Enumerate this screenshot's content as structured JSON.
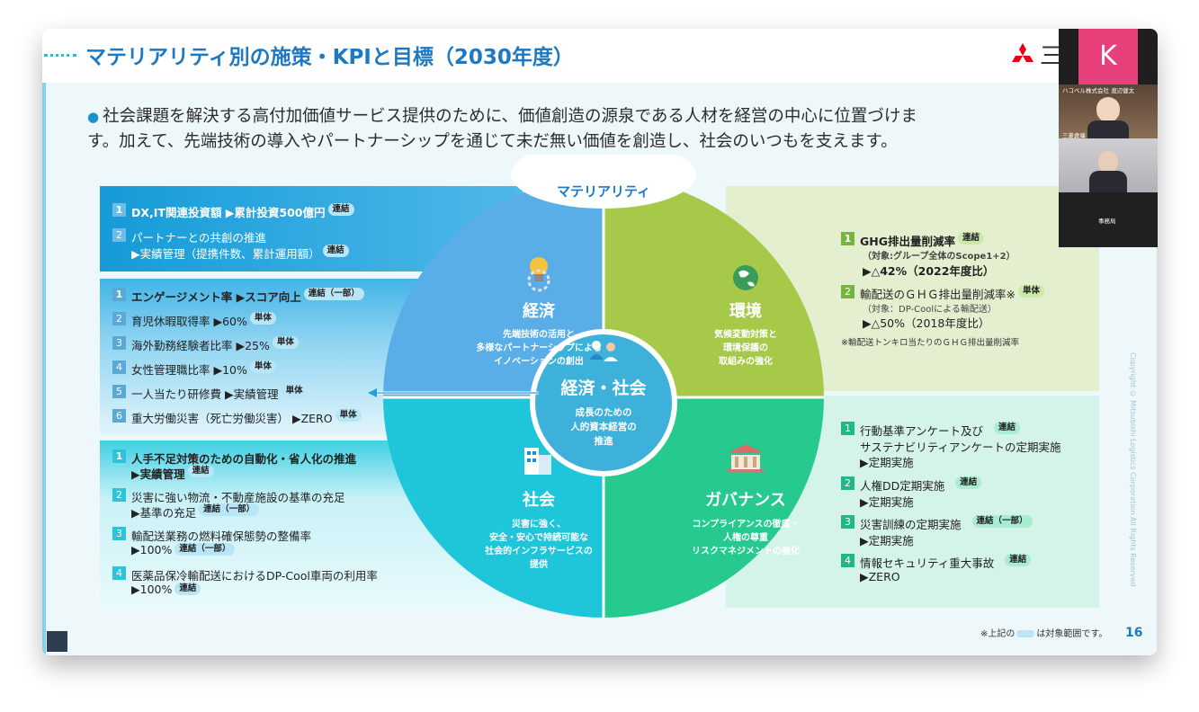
{
  "slide": {
    "title": "マテリアリティ別の施策・KPIと目標（2030年度）",
    "lead": "社会課題を解決する高付加価値サービス提供のために、価値創造の源泉である人材を経営の中心に位置づけま す。加えて、先端技術の導入やパートナーシップを通じて未だ無い価値を創造し、社会のいつもを支えます。",
    "lead_line1": "社会課題を解決する高付加価値サービス提供のために、価値創造の源泉である人材を経営の中心に位置づけま",
    "lead_line2": "す。加えて、先端技術の導入やパートナーシップを通じて未だ無い価値を創造し、社会のいつもを支えます。",
    "page_number": "16",
    "footnote_before": "※上記の",
    "footnote_after": "は対象範囲です。",
    "copyright": "Copyright © Mitsubishi Logistics Corporation All Rights Reserved",
    "logo_text": "三"
  },
  "wheel": {
    "header": "マテリアリティ",
    "center_title": "経済・社会",
    "center_sub": "成長のための\n人的資本経営の\n推進",
    "center_sub_1": "成長のための",
    "center_sub_2": "人的資本経営の",
    "center_sub_3": "推進",
    "economy": {
      "name": "経済",
      "desc_1": "先端技術の活用と",
      "desc_2": "多様なパートナーシップによる",
      "desc_3": "イノベーションの創出"
    },
    "environment": {
      "name": "環境",
      "desc_1": "気候変動対策と",
      "desc_2": "環境保護の",
      "desc_3": "取組みの強化"
    },
    "society": {
      "name": "社会",
      "desc_1": "災害に強く、",
      "desc_2": "安全・安心で持続可能な",
      "desc_3": "社会的インフラサービスの",
      "desc_4": "提供"
    },
    "governance": {
      "name": "ガバナンス",
      "desc_1": "コンプライアンスの徹底・",
      "desc_2": "人権の尊重",
      "desc_3": "リスクマネジメントの強化"
    },
    "colors": {
      "economy": "#5aaee8",
      "environment": "#a6c94a",
      "society": "#1fc6da",
      "governance": "#26c98e"
    }
  },
  "economy_kpis": [
    {
      "num": "1",
      "text": "DX,IT関連投資額 ▶累計投資500億円",
      "tag": "連結"
    },
    {
      "num": "2",
      "text": "パートナーとの共創の推進",
      "text2": "▶実績管理（提携件数、累計運用額）",
      "tag": "連結"
    }
  ],
  "hr_kpis": [
    {
      "num": "1",
      "text": "エンゲージメント率 ▶スコア向上",
      "tag": "連結（一部）"
    },
    {
      "num": "2",
      "text": "育児休暇取得率 ▶60%",
      "tag": "単体"
    },
    {
      "num": "3",
      "text": "海外勤務経験者比率 ▶25%",
      "tag": "単体"
    },
    {
      "num": "4",
      "text": "女性管理職比率 ▶10%",
      "tag": "単体"
    },
    {
      "num": "5",
      "text": "一人当たり研修費 ▶実績管理",
      "tag": "単体"
    },
    {
      "num": "6",
      "text": "重大労働災害（死亡労働災害） ▶ZERO",
      "tag": "単体"
    }
  ],
  "society_kpis": [
    {
      "num": "1",
      "text": "人手不足対策のための自動化・省人化の推進",
      "text2": "▶実績管理",
      "tag": "連結"
    },
    {
      "num": "2",
      "text": "災害に強い物流・不動産施設の基準の充足",
      "text2": "▶基準の充足",
      "tag": "連結（一部）"
    },
    {
      "num": "3",
      "text": "輸配送業務の燃料確保態勢の整備率",
      "text2": "▶100%",
      "tag": "連結（一部）"
    },
    {
      "num": "4",
      "text": "医薬品保冷輸配送におけるDP-Cool車両の利用率",
      "text2": "▶100%",
      "tag": "連結"
    }
  ],
  "environment_kpis": [
    {
      "num": "1",
      "text": "GHG排出量削減率",
      "tag": "連結",
      "sub": "（対象:グループ全体のScope1+2）",
      "text2": "▶△42%（2022年度比）"
    },
    {
      "num": "2",
      "text": "輸配送のＧＨＧ排出量削減率※",
      "tag": "単体",
      "sub": "（対象：DP-Coolによる輸配送）",
      "text2": "▶△50%（2018年度比）"
    }
  ],
  "environment_note": "※輸配送トンキロ当たりのＧＨＧ排出量削減率",
  "governance_kpis": [
    {
      "num": "1",
      "text": "行動基準アンケート及び",
      "text_b": "サステナビリティアンケートの定期実施",
      "text2": "▶定期実施",
      "tag": "連結"
    },
    {
      "num": "2",
      "text": "人権DD定期実施",
      "text2": "▶定期実施",
      "tag": "連結"
    },
    {
      "num": "3",
      "text": "災害訓練の定期実施",
      "text2": "▶定期実施",
      "tag": "連結（一部）"
    },
    {
      "num": "4",
      "text": "情報セキュリティ重大事故",
      "text2": "▶ZERO",
      "tag": "連結"
    }
  ],
  "video": {
    "active_initial": "K",
    "participant_1": "ハコベル株式会社 渡辺健太",
    "participant_2": "三菱倉庫",
    "participant_3": "事務局"
  }
}
